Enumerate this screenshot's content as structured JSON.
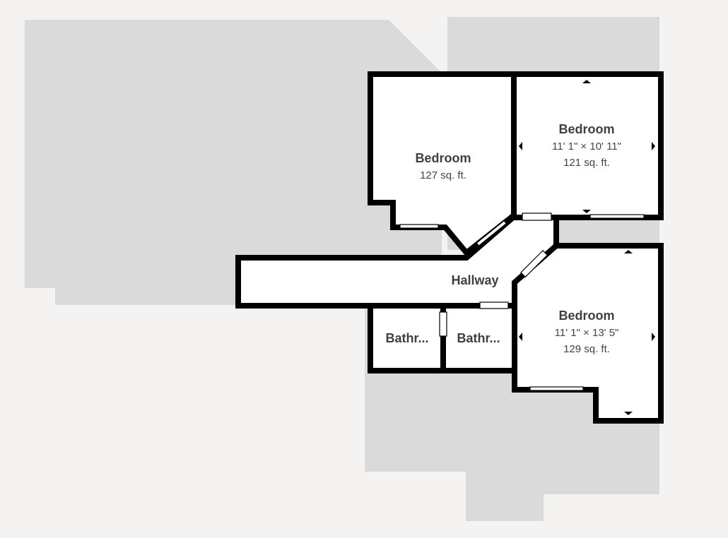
{
  "colors": {
    "background": "#f4f3f2",
    "outline_area": "#dadada",
    "wall": "#000000",
    "room": "#ffffff"
  },
  "rooms": [
    {
      "name": "Bedroom",
      "area": "127 sq. ft."
    },
    {
      "name": "Bedroom",
      "dimensions": "11' 1\" × 10' 11\"",
      "area": "121 sq. ft."
    },
    {
      "name": "Hallway"
    },
    {
      "name": "Bedroom",
      "dimensions": "11' 1\" × 13' 5\"",
      "area": "129 sq. ft."
    },
    {
      "name": "Bathr..."
    },
    {
      "name": "Bathr..."
    }
  ]
}
